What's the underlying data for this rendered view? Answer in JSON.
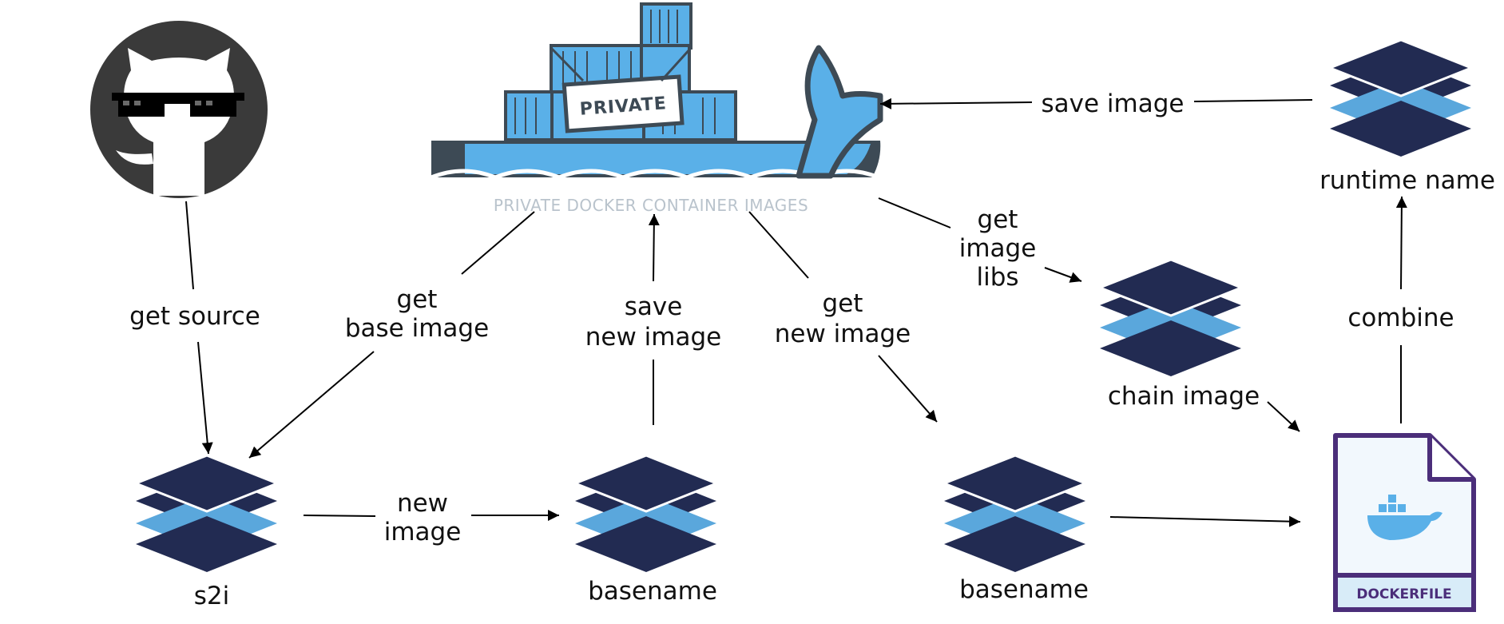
{
  "registry": {
    "stamp_text": "PRIVATE",
    "caption": "PRIVATE DOCKER CONTAINER IMAGES"
  },
  "nodes": {
    "s2i": "s2i",
    "basename_1": "basename",
    "basename_2": "basename",
    "chain_image": "chain image",
    "runtime_name": "runtime name"
  },
  "dockerfile": {
    "caption": "DOCKERFILE"
  },
  "edges": {
    "get_source": [
      "get source"
    ],
    "get_base_image": [
      "get",
      "base image"
    ],
    "new_image": [
      "new",
      "image"
    ],
    "save_new_image": [
      "save",
      "new image"
    ],
    "get_new_image": [
      "get",
      "new image"
    ],
    "get_image_libs": [
      "get",
      "image",
      "libs"
    ],
    "combine": [
      "combine"
    ],
    "save_image": [
      "save image"
    ]
  },
  "icons": {
    "source": "github-octocat-icon",
    "registry": "docker-whale-registry-icon",
    "layers": "image-layers-icon",
    "dockerfile": "dockerfile-icon"
  },
  "colors": {
    "layer_dark": "#222b52",
    "layer_light": "#5aa7dc",
    "docker_blue": "#5ab0e8",
    "dockerfile_border": "#4b2e7a",
    "github_gray": "#3a3a3a",
    "arrow": "#000000"
  }
}
